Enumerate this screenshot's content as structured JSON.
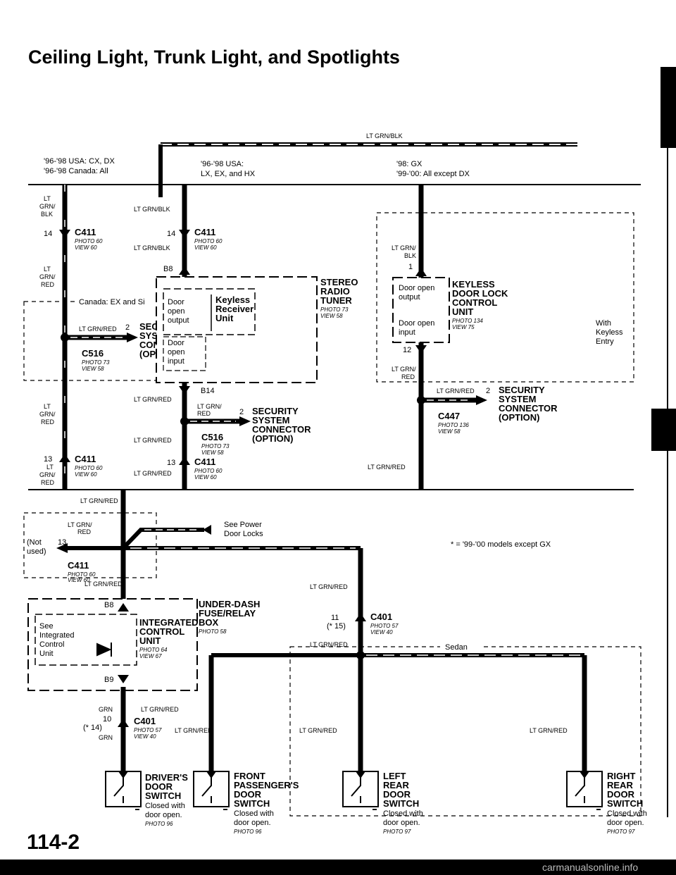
{
  "title": "Ceiling Light, Trunk Light, and Spotlights",
  "page_number": "114-2",
  "watermark": "carmanualsonline.info",
  "top_bus": {
    "wire": "LT GRN/BLK"
  },
  "variants": {
    "left_line1": "'96-'98 USA: CX, DX",
    "left_line2": "'96-'98 Canada: All",
    "mid_line1": "'96-'98 USA:",
    "mid_line2": "LX, EX, and HX",
    "right_line1": "'98: GX",
    "right_line2": "'99-'00: All except DX"
  },
  "wires": {
    "lt": "LT",
    "grn_slash": "GRN/",
    "blk": "BLK",
    "red": "RED",
    "grn": "GRN",
    "lt_grn_blk": "LT GRN/BLK",
    "lt_grn_red": "LT GRN/RED",
    "lt_grn_slash": "LT GRN/",
    "lt_grn_slash2": "LT GRN/"
  },
  "connectors": {
    "c411": "C411",
    "c516": "C516",
    "c447": "C447",
    "c401": "C401",
    "photo60": "PHOTO 60",
    "view60": "VIEW 60",
    "photo73": "PHOTO 73",
    "view58": "VIEW 58",
    "photo136": "PHOTO 136",
    "photo57": "PHOTO 57",
    "view40": "VIEW 40"
  },
  "pins": {
    "p14": "14",
    "p13": "13",
    "p2": "2",
    "p1": "1",
    "p12": "12",
    "p11": "11",
    "p15": "(* 15)",
    "p10": "10",
    "p14b": "(* 14)",
    "b8": "B8",
    "b14": "B14",
    "b9": "B9"
  },
  "security": {
    "line1": "SECURITY",
    "line2": "SYSTEM",
    "line3": "CONNECTOR",
    "line4": "(OPTION)"
  },
  "canada_note": "Canada: EX and Si",
  "stereo": {
    "line1": "STEREO",
    "line2": "RADIO",
    "line3": "TUNER",
    "photo": "PHOTO 73",
    "view": "VIEW 58",
    "door_open_output": [
      "Door",
      "open",
      "output"
    ],
    "keyless": [
      "Keyless",
      "Receiver",
      "Unit"
    ],
    "door_open_input": [
      "Door",
      "open",
      "input"
    ]
  },
  "keyless_unit": {
    "line1": "KEYLESS",
    "line2": "DOOR LOCK",
    "line3": "CONTROL",
    "line4": "UNIT",
    "photo": "PHOTO 134",
    "view": "VIEW 75",
    "out_line1": "Door open",
    "out_line2": "output",
    "in_line1": "Door open",
    "in_line2": "input",
    "with1": "With",
    "with2": "Keyless",
    "with3": "Entry"
  },
  "power_locks": {
    "line1": "See Power",
    "line2": "Door Locks"
  },
  "note_star": "* = '99-'00 models except GX",
  "not_used": {
    "line1": "(Not",
    "line2": "used)"
  },
  "underdash": {
    "line1": "UNDER-DASH",
    "line2": "FUSE/RELAY",
    "line3": "BOX",
    "photo": "PHOTO 58"
  },
  "integrated": {
    "line1": "INTEGRATED",
    "line2": "CONTROL",
    "line3": "UNIT",
    "photo": "PHOTO 64",
    "view": "VIEW 67",
    "see1": "See",
    "see2": "Integrated",
    "see3": "Control",
    "see4": "Unit"
  },
  "sedan": "Sedan",
  "switches": [
    {
      "name": [
        "DRIVER'S",
        "DOOR",
        "SWITCH"
      ],
      "note": [
        "Closed with",
        "door open."
      ],
      "photo": "PHOTO 96"
    },
    {
      "name": [
        "FRONT",
        "PASSENGER'S",
        "DOOR",
        "SWITCH"
      ],
      "note": [
        "Closed with",
        "door open."
      ],
      "photo": "PHOTO 96"
    },
    {
      "name": [
        "LEFT",
        "REAR",
        "DOOR",
        "SWITCH"
      ],
      "note": [
        "Closed with",
        "door open."
      ],
      "photo": "PHOTO 97"
    },
    {
      "name": [
        "RIGHT",
        "REAR",
        "DOOR",
        "SWITCH"
      ],
      "note": [
        "Closed with",
        "door open."
      ],
      "photo": "PHOTO 97"
    }
  ]
}
